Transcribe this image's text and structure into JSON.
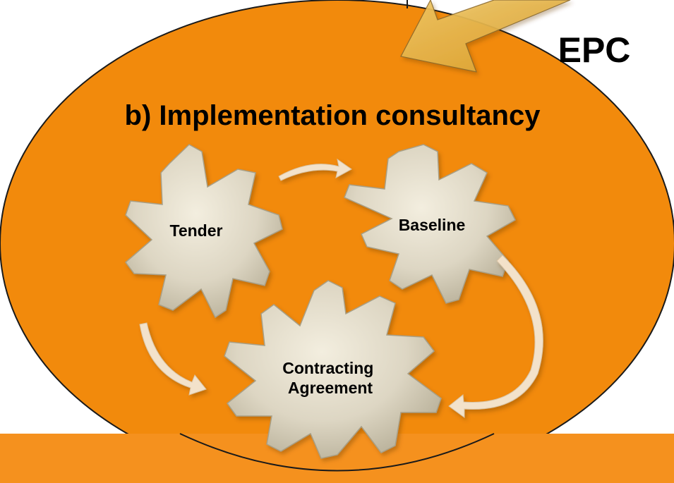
{
  "heading": "b) Implementation consultancy",
  "callout": "EPC",
  "gears": {
    "tender": "Tender",
    "baseline": "Baseline",
    "contracting": [
      "Contracting",
      "Agreement"
    ]
  },
  "colors": {
    "ellipse": "#F28A0C",
    "footer_bar": "#F5911E",
    "gear": "#D8D2C0",
    "arrow_big": "#E9B84A",
    "flow_arrow": "#F3E2CA"
  },
  "icons": {
    "gear": "gear-icon",
    "arrow": "arrow-icon"
  }
}
